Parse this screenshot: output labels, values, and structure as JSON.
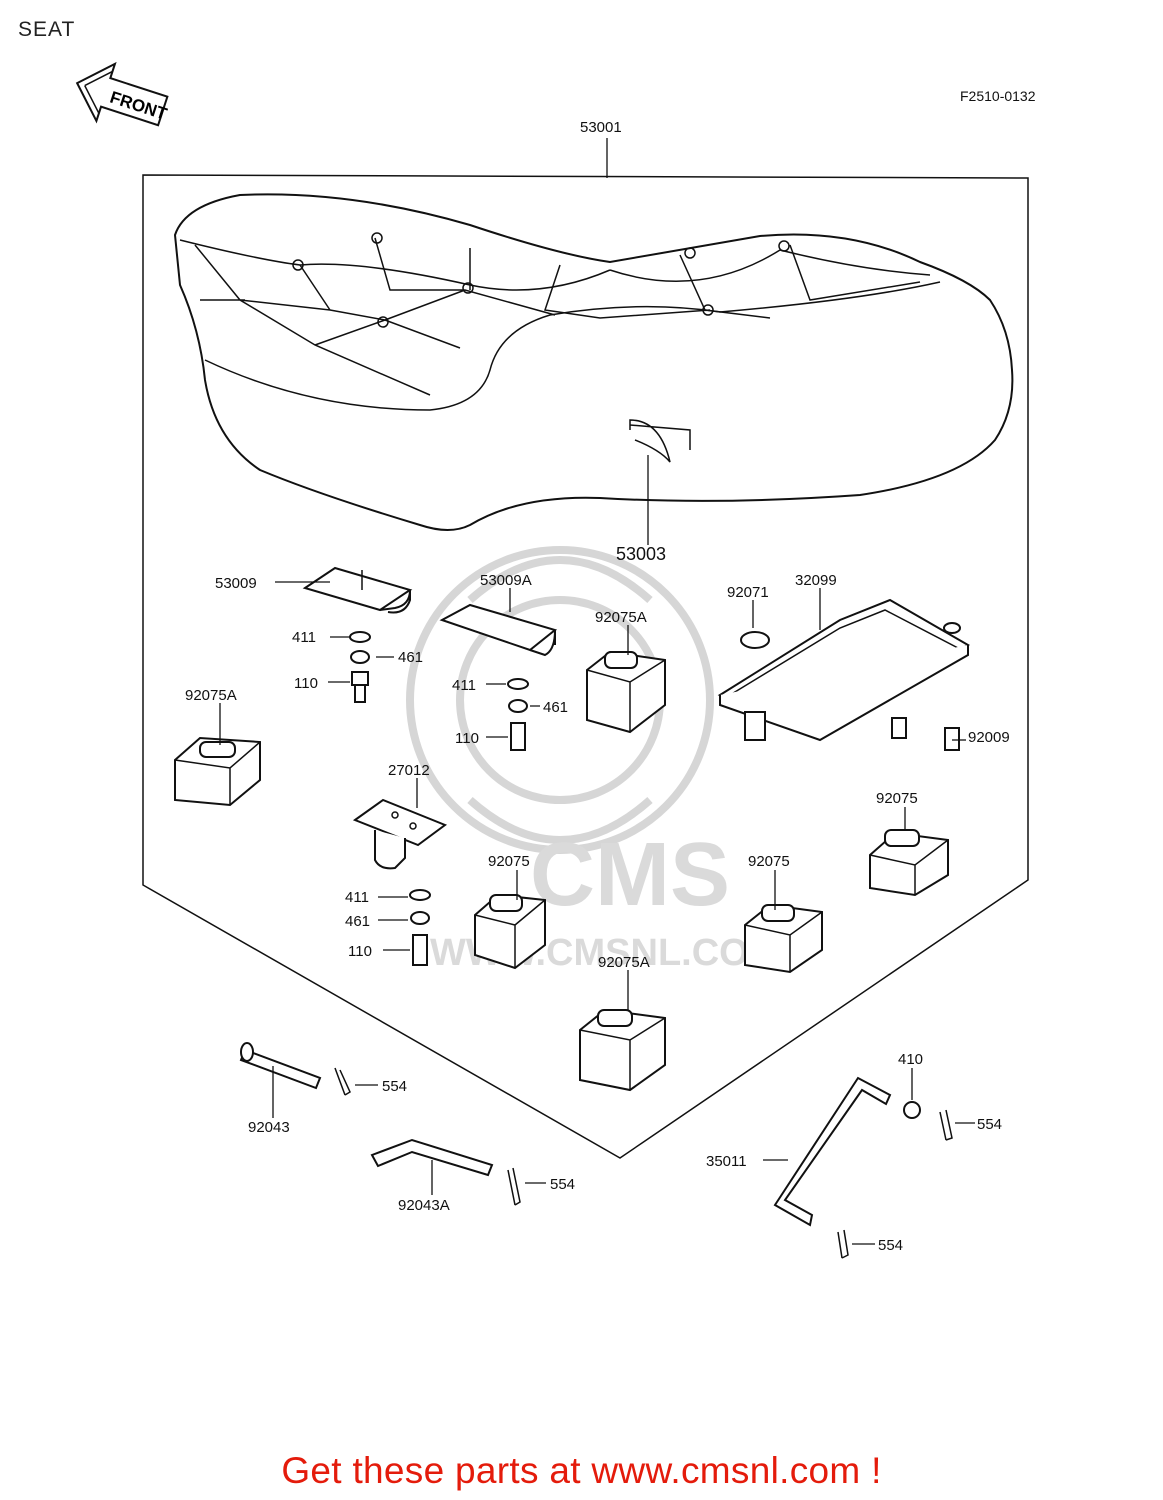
{
  "header": {
    "title": "SEAT",
    "figure_code": "F2510-0132",
    "front_label": "FRONT"
  },
  "callouts": [
    {
      "id": "53001",
      "text": "53001"
    },
    {
      "id": "53003",
      "text": "53003"
    },
    {
      "id": "53009",
      "text": "53009"
    },
    {
      "id": "53009A",
      "text": "53009A"
    },
    {
      "id": "92075A-a",
      "text": "92075A"
    },
    {
      "id": "92071",
      "text": "92071"
    },
    {
      "id": "32099",
      "text": "32099"
    },
    {
      "id": "411-a",
      "text": "411"
    },
    {
      "id": "461-a",
      "text": "461"
    },
    {
      "id": "110-a",
      "text": "110"
    },
    {
      "id": "411-b",
      "text": "411"
    },
    {
      "id": "461-b",
      "text": "461"
    },
    {
      "id": "110-b",
      "text": "110"
    },
    {
      "id": "92075A-b",
      "text": "92075A"
    },
    {
      "id": "92009",
      "text": "92009"
    },
    {
      "id": "27012",
      "text": "27012"
    },
    {
      "id": "92075-a",
      "text": "92075"
    },
    {
      "id": "92075-b",
      "text": "92075"
    },
    {
      "id": "92075-c",
      "text": "92075"
    },
    {
      "id": "411-c",
      "text": "411"
    },
    {
      "id": "461-c",
      "text": "461"
    },
    {
      "id": "110-c",
      "text": "110"
    },
    {
      "id": "92075A-c",
      "text": "92075A"
    },
    {
      "id": "554-a",
      "text": "554"
    },
    {
      "id": "92043",
      "text": "92043"
    },
    {
      "id": "554-b",
      "text": "554"
    },
    {
      "id": "92043A",
      "text": "92043A"
    },
    {
      "id": "410",
      "text": "410"
    },
    {
      "id": "554-c",
      "text": "554"
    },
    {
      "id": "35011",
      "text": "35011"
    },
    {
      "id": "554-d",
      "text": "554"
    }
  ],
  "watermark": {
    "brand": "CMS",
    "site": "WWW.CMSNL.COM"
  },
  "footer": {
    "cta_text": "Get these parts at www.cmsnl.com !"
  }
}
